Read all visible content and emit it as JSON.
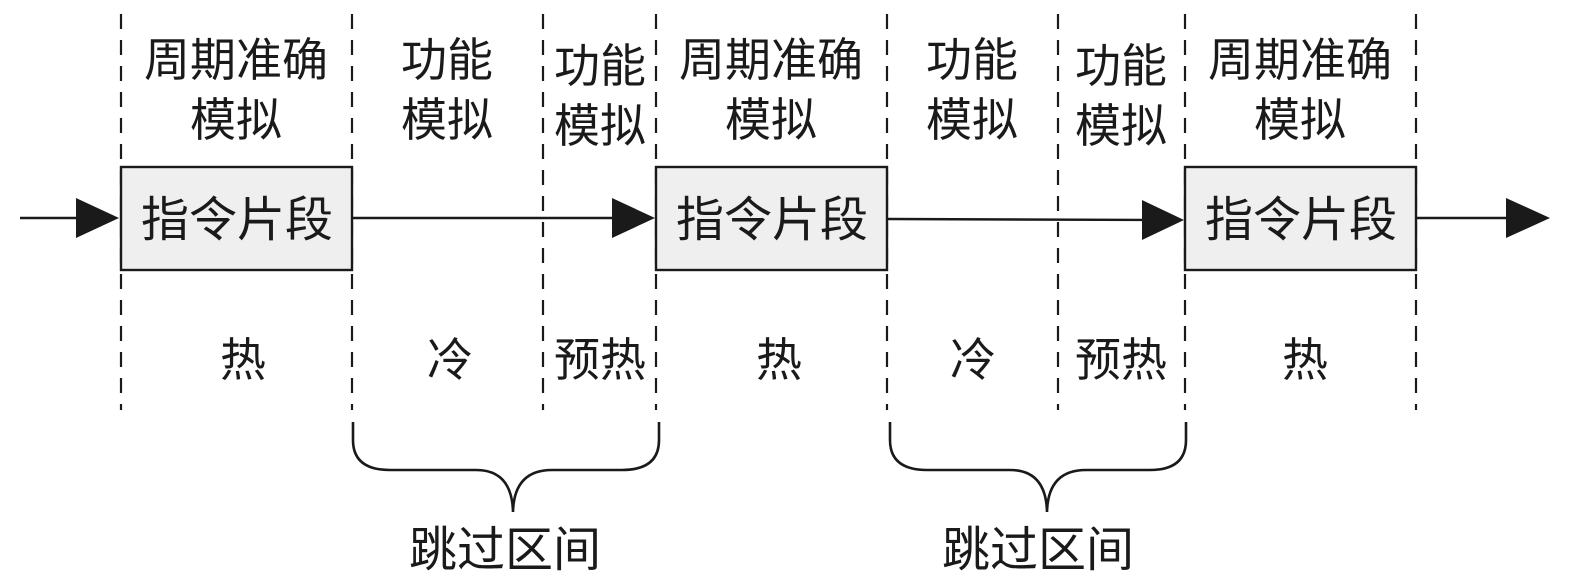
{
  "diagram": {
    "segments": [
      {
        "mode_lines": [
          "周期准确",
          "模拟"
        ],
        "temperature": "热"
      },
      {
        "mode_lines": [
          "功能",
          "模拟"
        ],
        "temperature": "冷"
      },
      {
        "mode_lines": [
          "功能",
          "模拟"
        ],
        "temperature": "预热"
      },
      {
        "mode_lines": [
          "周期准确",
          "模拟"
        ],
        "temperature": "热"
      },
      {
        "mode_lines": [
          "功能",
          "模拟"
        ],
        "temperature": "冷"
      },
      {
        "mode_lines": [
          "功能",
          "模拟"
        ],
        "temperature": "预热"
      },
      {
        "mode_lines": [
          "周期准确",
          "模拟"
        ],
        "temperature": "热"
      }
    ],
    "blocks": [
      {
        "label": "指令片段"
      },
      {
        "label": "指令片段"
      },
      {
        "label": "指令片段"
      }
    ],
    "skip_intervals": [
      {
        "label": "跳过区间"
      },
      {
        "label": "跳过区间"
      }
    ]
  }
}
